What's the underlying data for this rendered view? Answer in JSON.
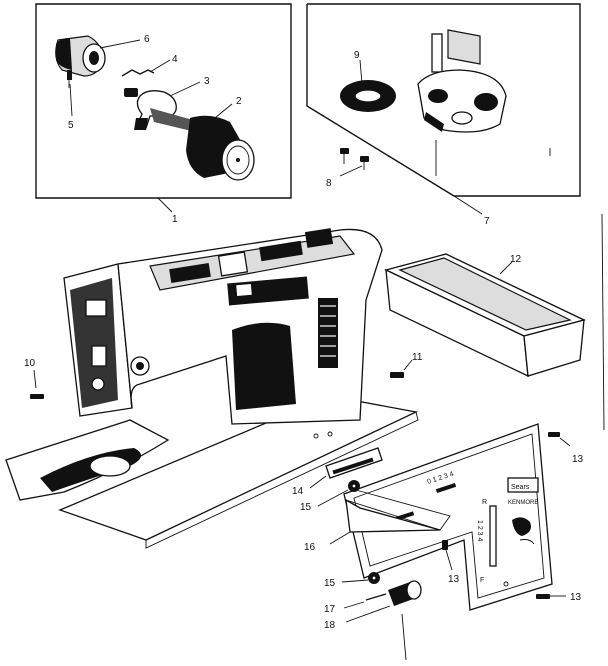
{
  "callouts": {
    "c1": "1",
    "c2": "2",
    "c3": "3",
    "c4": "4",
    "c5": "5",
    "c6": "6",
    "c7": "7",
    "c8": "8",
    "c9": "9",
    "c10": "10",
    "c11": "11",
    "c12": "12",
    "c13a": "13",
    "c13b": "13",
    "c13c": "13",
    "c14": "14",
    "c15a": "15",
    "c15b": "15",
    "c16": "16",
    "c17": "17",
    "c18": "18"
  },
  "panel": {
    "brand": "Sears",
    "model": "KENMORE",
    "dial_numbers": "0 1 2 3 4",
    "letter_r": "R",
    "letter_f": "F",
    "scale": "1 2 3 4"
  }
}
